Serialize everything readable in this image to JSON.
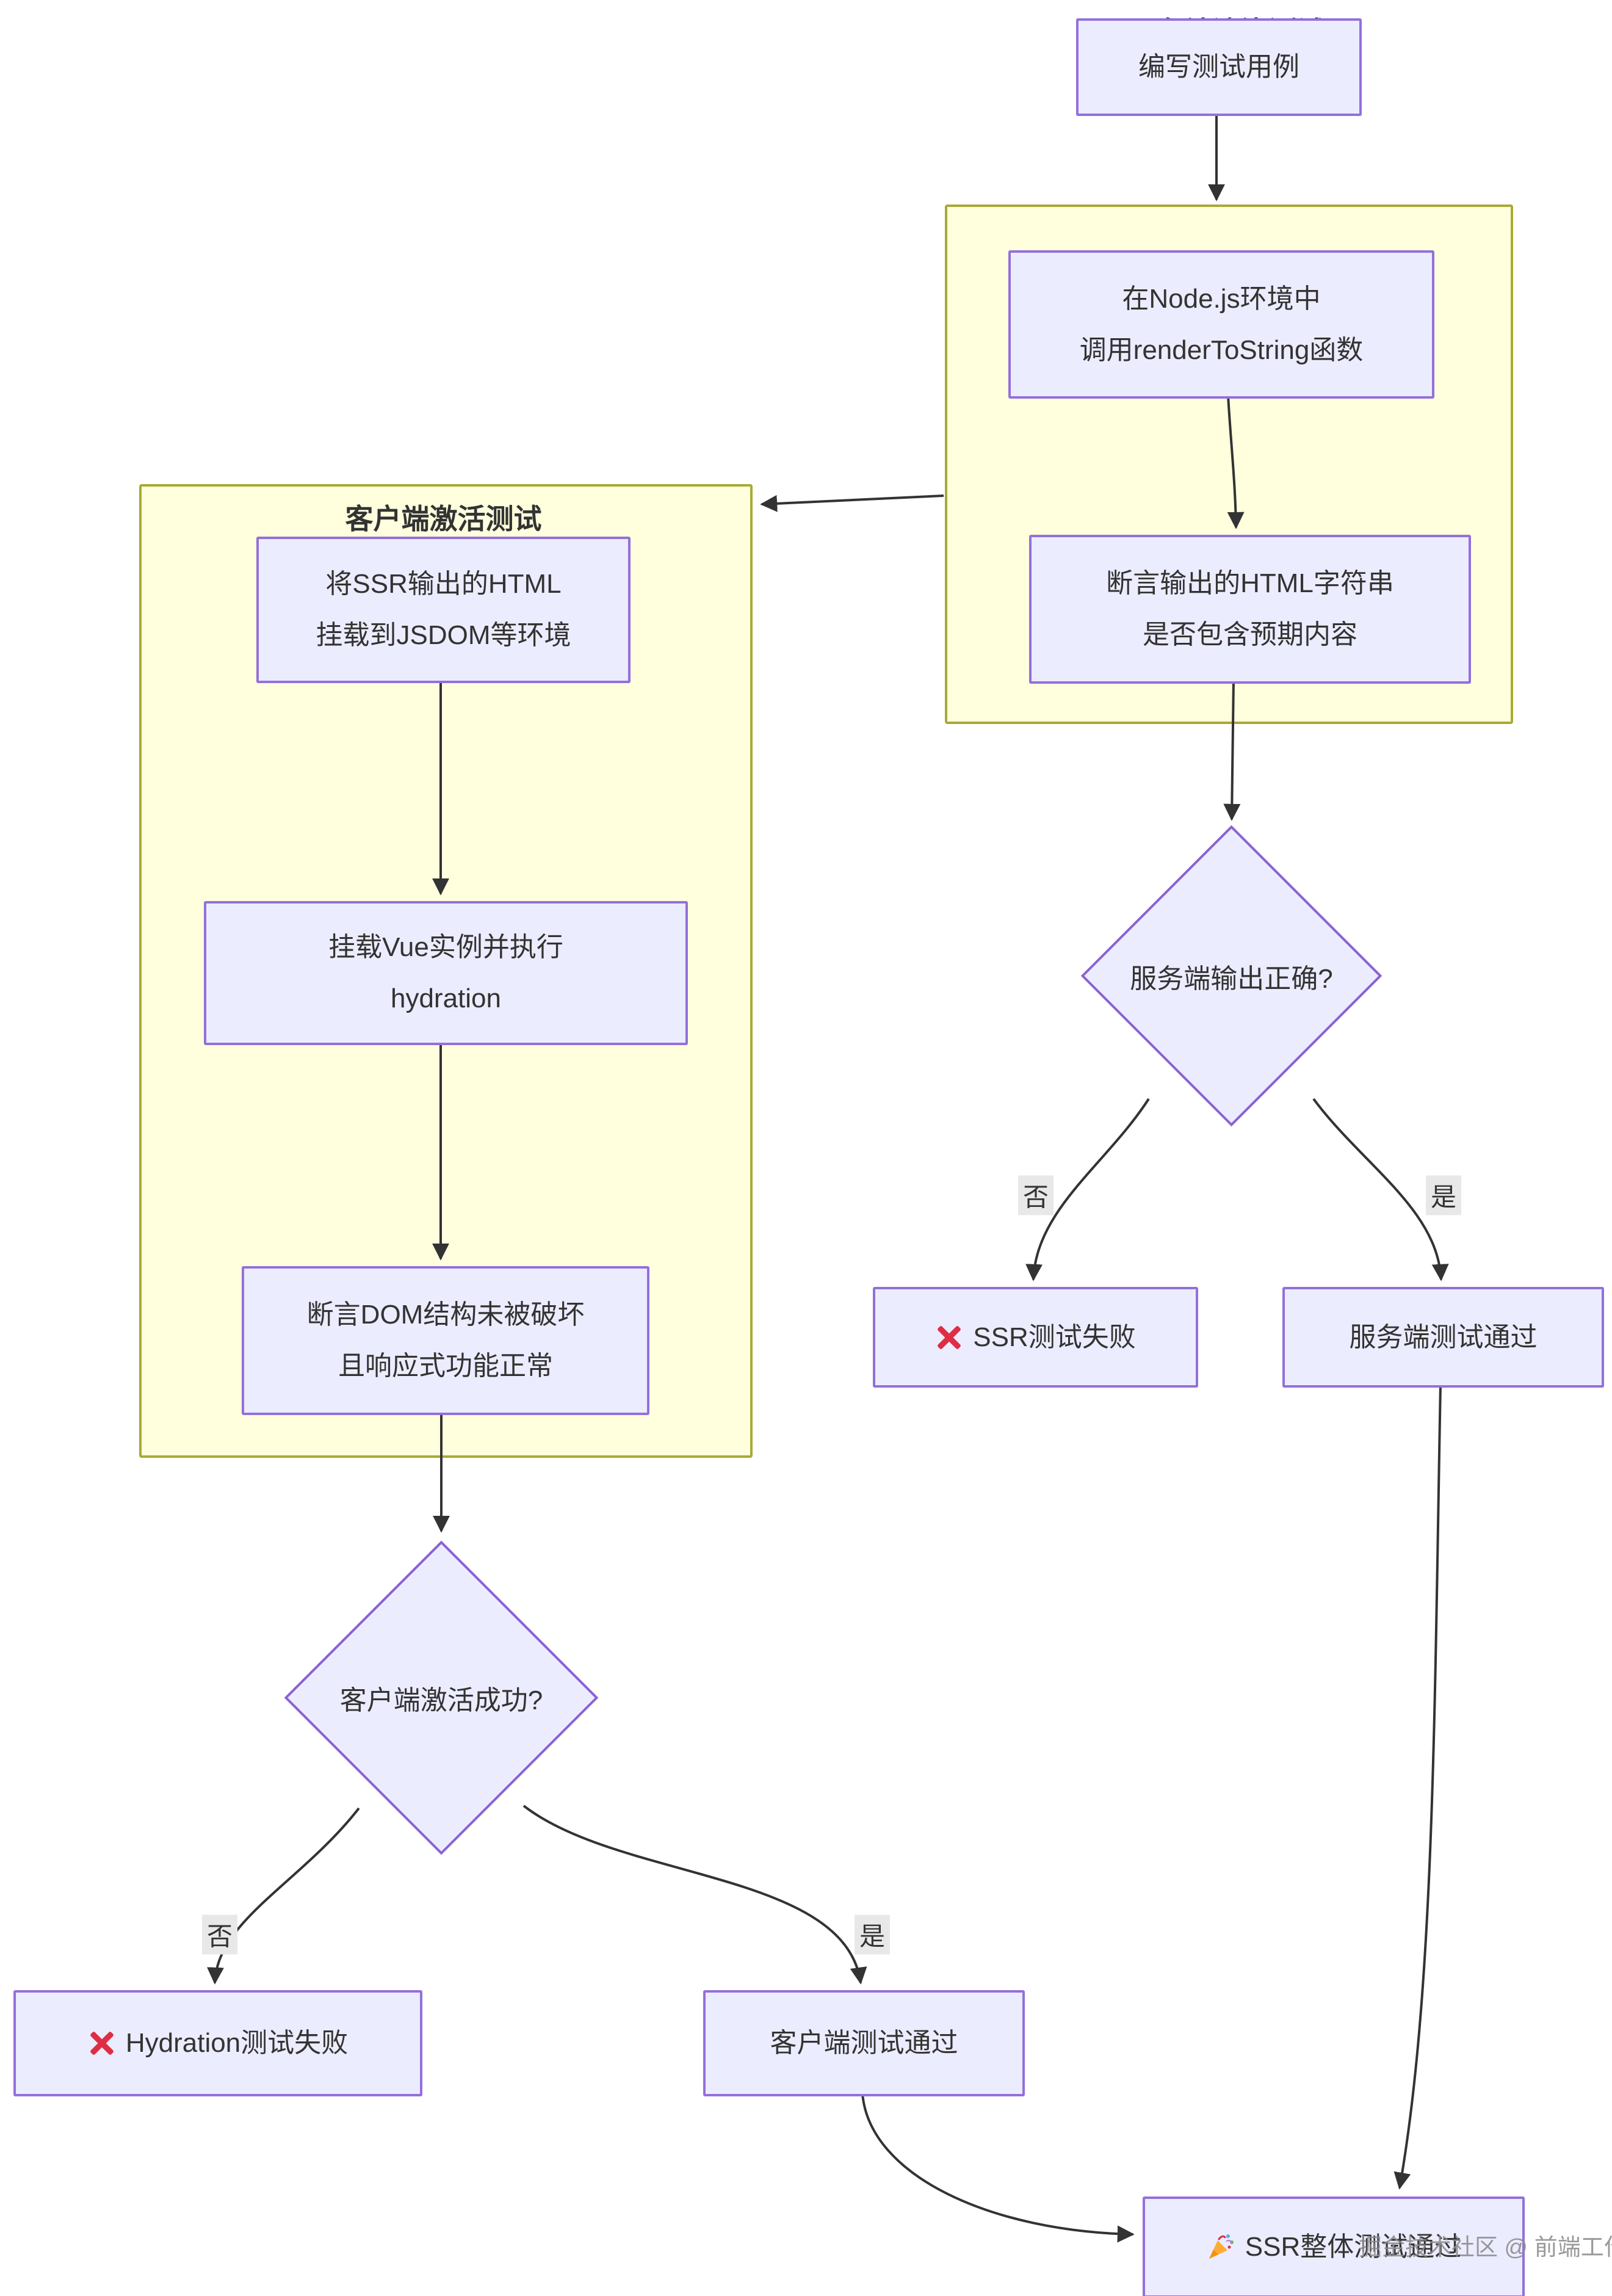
{
  "diagram": {
    "nodes": {
      "write_test": {
        "label": "编写测试用例"
      },
      "render_call": {
        "label": "在Node.js环境中\n调用renderToString函数"
      },
      "assert_html": {
        "label": "断言输出的HTML字符串\n是否包含预期内容"
      },
      "mount_jsdom": {
        "label": "将SSR输出的HTML\n挂载到JSDOM等环境"
      },
      "hydrate": {
        "label": "挂载Vue实例并执行\nhydration"
      },
      "assert_dom": {
        "label": "断言DOM结构未被破坏\n且响应式功能正常"
      },
      "decision_server": {
        "label": "服务端输出正确?"
      },
      "ssr_fail": {
        "label": "SSR测试失败",
        "icon": "cross-mark"
      },
      "server_pass": {
        "label": "服务端测试通过"
      },
      "decision_client": {
        "label": "客户端激活成功?"
      },
      "hydration_fail": {
        "label": "Hydration测试失败",
        "icon": "cross-mark"
      },
      "client_pass": {
        "label": "客户端测试通过"
      },
      "overall_pass": {
        "label": "SSR整体测试通过",
        "icon": "party-popper"
      }
    },
    "subgraphs": {
      "server": {
        "title": "服务端渲染测试"
      },
      "client": {
        "title": "客户端激活测试"
      }
    },
    "edge_labels": {
      "server_no": "否",
      "server_yes": "是",
      "client_no": "否",
      "client_yes": "是"
    },
    "watermark": "掘金技术社区 @ 前端工作日常",
    "colors": {
      "node_fill": "#ECECFF",
      "node_border": "#9370DB",
      "subgraph_fill": "#FFFFDE",
      "subgraph_border": "#A8AA35",
      "edge_line": "#333333",
      "edge_label_bg": "#E8E8E8",
      "text": "#333333",
      "fail_icon": "#DD2E44",
      "popper_icon": "#FFAC33",
      "watermark": "#8C8C8C"
    }
  }
}
